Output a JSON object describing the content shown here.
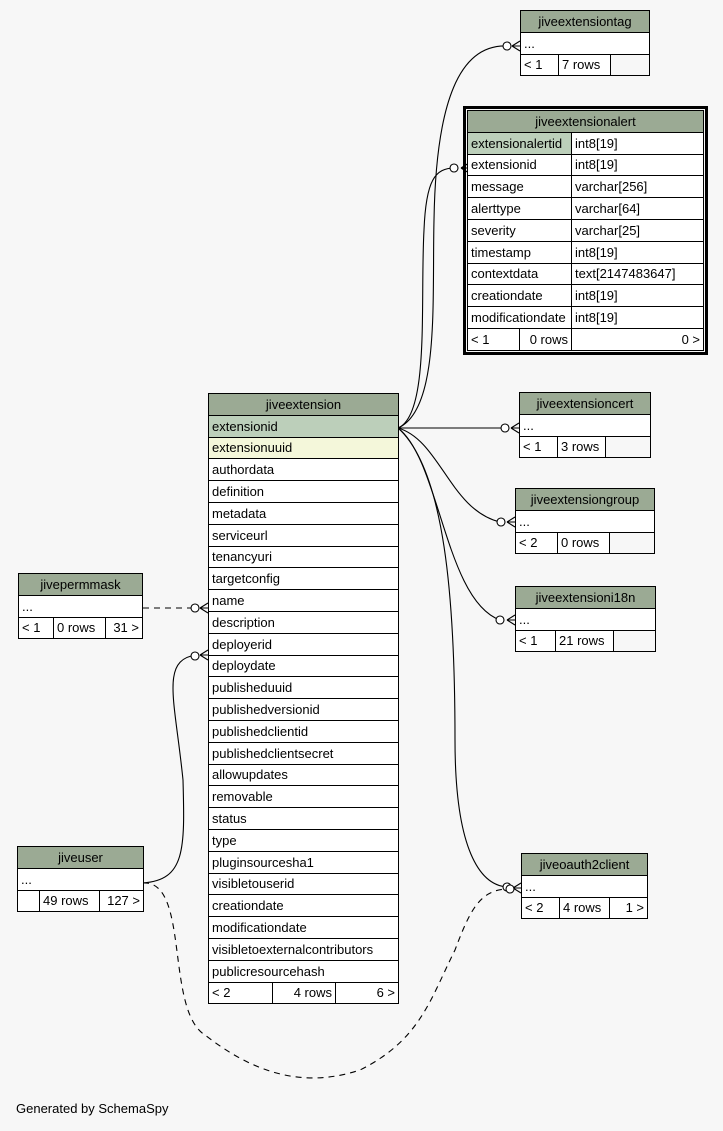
{
  "footer": "Generated by SchemaSpy",
  "tables": {
    "jiveextensiontag": {
      "name": "jiveextensiontag",
      "rows": [
        "..."
      ],
      "foot": [
        "< 1",
        "7 rows",
        ""
      ]
    },
    "jiveextensionalert": {
      "name": "jiveextensionalert",
      "cols": [
        [
          "extensionalertid",
          "int8[19]"
        ],
        [
          "extensionid",
          "int8[19]"
        ],
        [
          "message",
          "varchar[256]"
        ],
        [
          "alerttype",
          "varchar[64]"
        ],
        [
          "severity",
          "varchar[25]"
        ],
        [
          "timestamp",
          "int8[19]"
        ],
        [
          "contextdata",
          "text[2147483647]"
        ],
        [
          "creationdate",
          "int8[19]"
        ],
        [
          "modificationdate",
          "int8[19]"
        ]
      ],
      "foot": [
        "< 1",
        "0 rows",
        "0 >"
      ]
    },
    "jiveextensioncert": {
      "name": "jiveextensioncert",
      "rows": [
        "..."
      ],
      "foot": [
        "< 1",
        "3 rows",
        ""
      ]
    },
    "jiveextensiongroup": {
      "name": "jiveextensiongroup",
      "rows": [
        "..."
      ],
      "foot": [
        "< 2",
        "0 rows",
        ""
      ]
    },
    "jiveextensioni18n": {
      "name": "jiveextensioni18n",
      "rows": [
        "..."
      ],
      "foot": [
        "< 1",
        "21 rows",
        ""
      ]
    },
    "jiveoauth2client": {
      "name": "jiveoauth2client",
      "rows": [
        "..."
      ],
      "foot": [
        "< 2",
        "4 rows",
        "1 >"
      ]
    },
    "jivepermmask": {
      "name": "jivepermmask",
      "rows": [
        "..."
      ],
      "foot": [
        "< 1",
        "0 rows",
        "31 >"
      ]
    },
    "jiveuser": {
      "name": "jiveuser",
      "rows": [
        "..."
      ],
      "foot": [
        "",
        "49 rows",
        "127 >"
      ]
    },
    "jiveextension": {
      "name": "jiveextension",
      "cols": [
        "extensionid",
        "extensionuuid",
        "authordata",
        "definition",
        "metadata",
        "serviceurl",
        "tenancyuri",
        "targetconfig",
        "name",
        "description",
        "deployerid",
        "deploydate",
        "publisheduuid",
        "publishedversionid",
        "publishedclientid",
        "publishedclientsecret",
        "allowupdates",
        "removable",
        "status",
        "type",
        "pluginsourcesha1",
        "visibletouserid",
        "creationdate",
        "modificationdate",
        "visibletoexternalcontributors",
        "publicresourcehash"
      ],
      "foot": [
        "< 2",
        "4 rows",
        "6 >"
      ]
    }
  }
}
